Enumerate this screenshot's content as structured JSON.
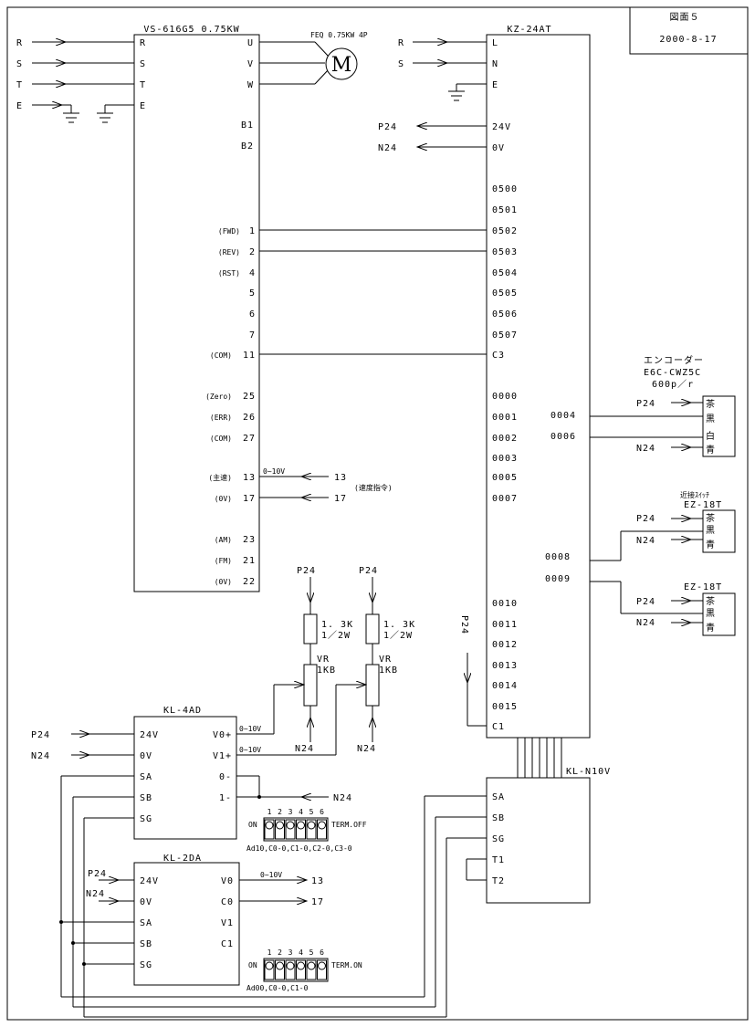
{
  "title_block": {
    "drawing_no": "図面５",
    "date": "2000-8-17"
  },
  "inverter": {
    "title": "VS-616G5  0.75KW",
    "inputs": [
      "R",
      "S",
      "T",
      "E"
    ],
    "left_pins": [
      "R",
      "S",
      "T",
      "E"
    ],
    "outputs": [
      "U",
      "V",
      "W"
    ],
    "brake": [
      "B1",
      "B2"
    ],
    "terminals": [
      {
        "label": "(FWD)",
        "pin": "1"
      },
      {
        "label": "(REV)",
        "pin": "2"
      },
      {
        "label": "(RST)",
        "pin": "4"
      },
      {
        "label": "",
        "pin": "5"
      },
      {
        "label": "",
        "pin": "6"
      },
      {
        "label": "",
        "pin": "7"
      },
      {
        "label": "(COM)",
        "pin": "11"
      },
      {
        "label": "(Zero)",
        "pin": "25"
      },
      {
        "label": "(ERR)",
        "pin": "26"
      },
      {
        "label": "(COM)",
        "pin": "27"
      },
      {
        "label": "(主速)",
        "pin": "13"
      },
      {
        "label": "(0V)",
        "pin": "17"
      },
      {
        "label": "(AM)",
        "pin": "23"
      },
      {
        "label": "(FM)",
        "pin": "21"
      },
      {
        "label": "(0V)",
        "pin": "22"
      }
    ],
    "speed_signal": "0~10V",
    "ext_13": "13",
    "ext_17": "17",
    "speed_note": "(速度指令)"
  },
  "motor": {
    "label": "FEQ 0.75KW 4P",
    "symbol": "M"
  },
  "plc": {
    "title": "KZ-24AT",
    "inputs": [
      "R",
      "S"
    ],
    "pins_power": [
      "L",
      "N",
      "E"
    ],
    "supply": [
      {
        "net": "P24",
        "pin": "24V"
      },
      {
        "net": "N24",
        "pin": "0V"
      }
    ],
    "outputs": [
      "0500",
      "0501",
      "0502",
      "0503",
      "0504",
      "0505",
      "0506",
      "0507",
      "C3"
    ],
    "inputs_io": [
      "0000",
      "0001",
      "0002",
      "0003",
      "0005",
      "0007",
      "0008",
      "0009",
      "0010",
      "0011",
      "0012",
      "0013",
      "0014",
      "0015",
      "C1"
    ],
    "encoder_a": "0004",
    "encoder_b": "0006",
    "p24_vertical": "P24"
  },
  "encoder": {
    "title_1": "エンコーダー",
    "title_2": "E6C-CWZ5C",
    "title_3": "600p／r",
    "pins": [
      "茶",
      "黒",
      "白",
      "青"
    ],
    "p24": "P24",
    "n24": "N24"
  },
  "prox1": {
    "title_1": "近接ｽｲｯﾁ",
    "title_2": "EZ-18T",
    "pins": [
      "茶",
      "黒",
      "青"
    ],
    "p24": "P24",
    "n24": "N24"
  },
  "prox2": {
    "title": "EZ-18T",
    "pins": [
      "茶",
      "黒",
      "青"
    ],
    "p24": "P24",
    "n24": "N24"
  },
  "resistors": [
    {
      "supply": "P24",
      "r1": "1. 3K",
      "r2": "1／2W",
      "vr1": "VR",
      "vr2": "1KB",
      "gnd": "N24"
    },
    {
      "supply": "P24",
      "r1": "1. 3K",
      "r2": "1／2W",
      "vr1": "VR",
      "vr2": "1KB",
      "gnd": "N24"
    }
  ],
  "ad": {
    "title": "KL-4AD",
    "left": [
      "24V",
      "0V",
      "SA",
      "SB",
      "SG"
    ],
    "right": [
      "V0+",
      "V1+",
      "0-",
      "1-"
    ],
    "v0_sig": "0~10V",
    "v1_sig": "0~10V",
    "p24": "P24",
    "n24": "N24",
    "n24_in": "N24",
    "dip_on": "ON",
    "dip_nums": [
      "1",
      "2",
      "3",
      "4",
      "5",
      "6"
    ],
    "dip_term": "TERM.OFF",
    "dip_note": "Ad10,C0-0,C1-0,C2-0,C3-0"
  },
  "da": {
    "title": "KL-2DA",
    "left": [
      "24V",
      "0V",
      "SA",
      "SB",
      "SG"
    ],
    "right": [
      "V0",
      "C0",
      "V1",
      "C1"
    ],
    "v0_sig": "0~10V",
    "v0_to": "13",
    "c0_to": "17",
    "p24": "P24",
    "n24": "N24",
    "dip_on": "ON",
    "dip_nums": [
      "1",
      "2",
      "3",
      "4",
      "5",
      "6"
    ],
    "dip_term": "TERM.ON",
    "dip_note": "Ad00,C0-0,C1-0"
  },
  "n10v": {
    "title": "KL-N10V",
    "pins": [
      "SA",
      "SB",
      "SG",
      "T1",
      "T2"
    ]
  }
}
